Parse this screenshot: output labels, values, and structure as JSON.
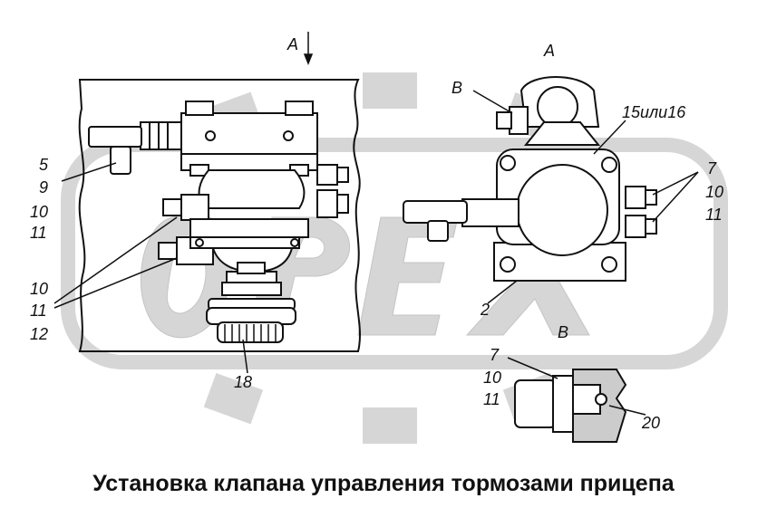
{
  "caption": "Установка клапана управления тормозами прицепа",
  "watermark": {
    "text": "OPEX"
  },
  "colors": {
    "line": "#111111",
    "watermark": "#d6d6d6",
    "background": "#ffffff"
  },
  "labels": {
    "view_a_arrow": "A",
    "view_a_title": "A",
    "view_b_arrow": "B",
    "view_b_title": "B",
    "p5": "5",
    "p9": "9",
    "p10_a": "10",
    "p11_a": "11",
    "p10_b": "10",
    "p11_b": "11",
    "p12": "12",
    "p18": "18",
    "p15or16": "15или16",
    "p7_a": "7",
    "p10_c": "10",
    "p11_c": "11",
    "p2": "2",
    "p7_b": "7",
    "p10_d": "10",
    "p11_d": "11",
    "p20": "20"
  }
}
